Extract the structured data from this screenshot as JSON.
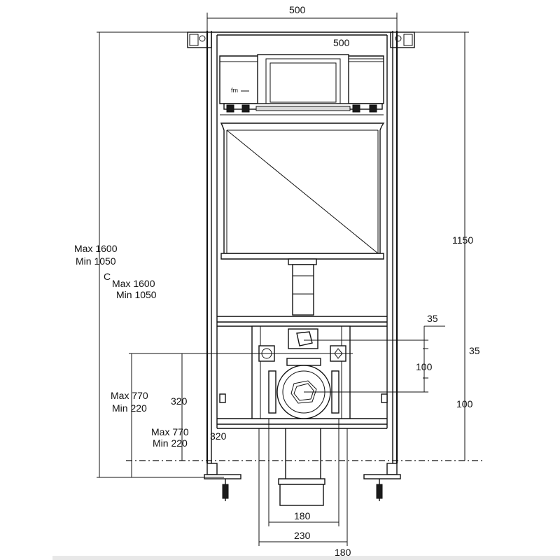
{
  "dimensions": {
    "frame_width_top": "500",
    "frame_width_inner": "500",
    "total_height_right": "1150",
    "left_max_height": "Max 1600",
    "left_min_height": "Min 1050",
    "inner_max_height": "Max 1600",
    "inner_min_height": "Min 1050",
    "c_marker": "C",
    "offset_35_top": "35",
    "offset_35_right": "35",
    "offset_100_inner": "100",
    "offset_100_right": "100",
    "outlet_max_1": "Max 770",
    "outlet_min_1": "Min 220",
    "outlet_320_1": "320",
    "outlet_max_2": "Max 770",
    "outlet_min_2": "Min 220",
    "outlet_320_2": "320",
    "pipe_180_inner": "180",
    "pipe_230": "230",
    "pipe_180_bottom": "180"
  }
}
